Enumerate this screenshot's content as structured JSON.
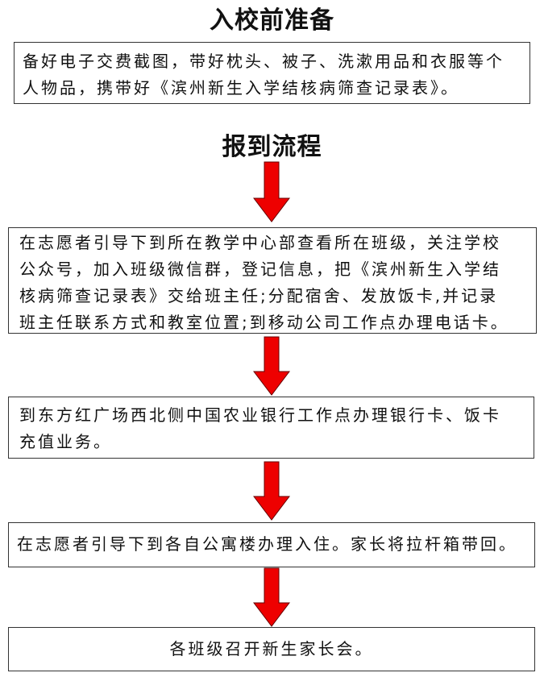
{
  "prep": {
    "title": "入校前准备",
    "lines": [
      "备好电子交费截图，带好枕头、被子、洗漱用品和衣服等个",
      "人物品，携带好《滨州新生入学结核病筛查记录表》。"
    ]
  },
  "process": {
    "title": "报到流程",
    "steps": [
      {
        "lines": [
          "在志愿者引导下到所在教学中心部查看所在班级，关注学校",
          "公众号，加入班级微信群，登记信息，把《滨州新生入学结",
          "核病筛查记录表》交给班主任;分配宿舍、发放饭卡,并记录",
          "班主任联系方式和教室位置;到移动公司工作点办理电话卡。"
        ]
      },
      {
        "lines": [
          "到东方红广场西北侧中国农业银行工作点办理银行卡、饭卡",
          "充值业务。"
        ]
      },
      {
        "lines": [
          "在志愿者引导下到各自公寓楼办理入住。家长将拉杆箱带回。"
        ]
      },
      {
        "lines": [
          "各班级召开新生家长会。"
        ]
      }
    ]
  },
  "colors": {
    "arrow": "#ee0000",
    "border": "#333333"
  }
}
